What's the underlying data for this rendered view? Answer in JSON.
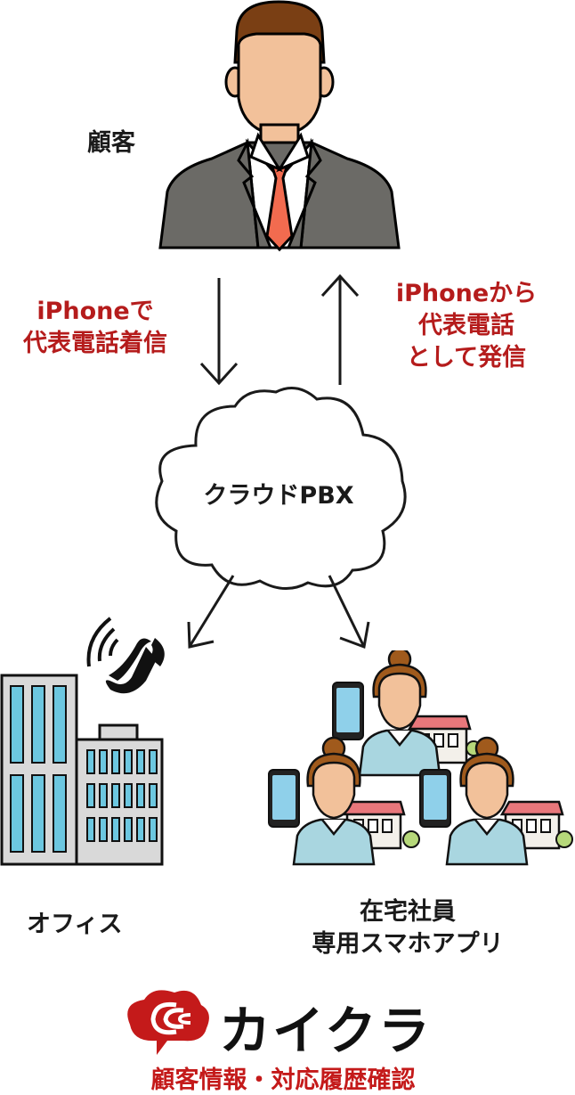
{
  "customer": {
    "label": "顧客"
  },
  "incoming": {
    "line1": "iPhoneで",
    "line2": "代表電話着信"
  },
  "outgoing": {
    "line1": "iPhoneから",
    "line2": "代表電話",
    "line3": "として発信"
  },
  "cloud": {
    "label": "クラウドPBX"
  },
  "office": {
    "label": "オフィス"
  },
  "remote": {
    "line1": "在宅社員",
    "line2": "専用スマホアプリ"
  },
  "brand": {
    "name": "カイクラ",
    "tagline": "顧客情報・対応履歴確認"
  },
  "colors": {
    "accent_red": "#b51c1c",
    "brand_red": "#c41a1a",
    "skin": "#f2c19a",
    "suit": "#6b6a66",
    "tie": "#f26b4f",
    "phone_screen": "#8fd0ea",
    "building": "#d9d9d9",
    "window": "#6cc7e0"
  }
}
